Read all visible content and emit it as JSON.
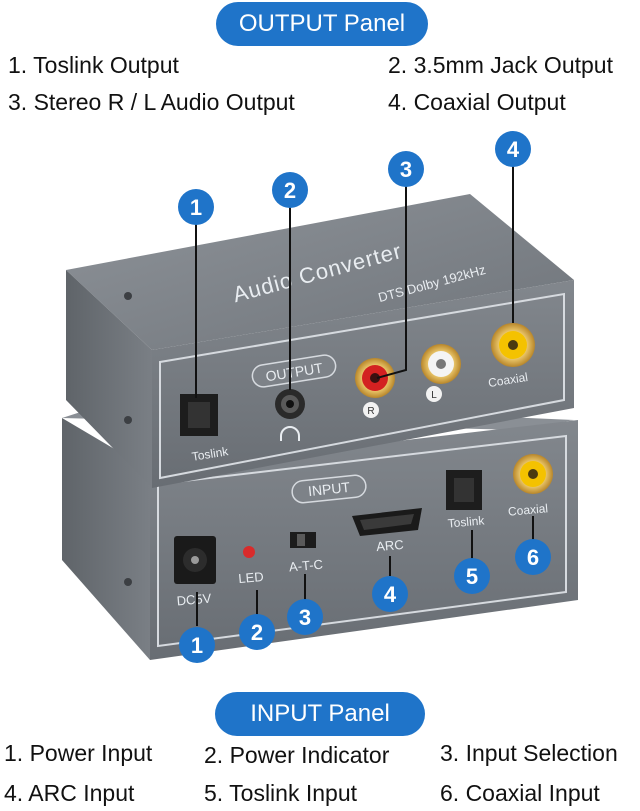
{
  "output_panel": {
    "title": "OUTPUT Panel",
    "items": [
      "1. Toslink Output",
      "2. 3.5mm Jack Output",
      "3. Stereo R / L Audio Output",
      "4. Coaxial Output"
    ]
  },
  "input_panel": {
    "title": "INPUT Panel",
    "items": [
      "1. Power Input",
      "2. Power Indicator",
      "3. Input Selection",
      "4. ARC Input",
      "5. Toslink Input",
      "6. Coaxial Input"
    ]
  },
  "device": {
    "top_label": "Audio Converter",
    "sub_label": "DTS Dolby 192kHz",
    "output_label": "OUTPUT",
    "input_label": "INPUT",
    "out_ports": {
      "toslink": "Toslink",
      "right": "R",
      "left": "L",
      "coaxial": "Coaxial"
    },
    "in_ports": {
      "dc": "DC5V",
      "led": "LED",
      "switch": "A-T-C",
      "arc": "ARC",
      "toslink": "Toslink",
      "coaxial": "Coaxial"
    }
  },
  "markers": {
    "output": [
      "1",
      "2",
      "3",
      "4"
    ],
    "input": [
      "1",
      "2",
      "3",
      "4",
      "5",
      "6"
    ]
  },
  "colors": {
    "accent": "#1f74c9",
    "device": "#7b8086",
    "rca_red": "#d32121",
    "rca_white": "#f4f4f4",
    "rca_yellow": "#f2c100"
  }
}
